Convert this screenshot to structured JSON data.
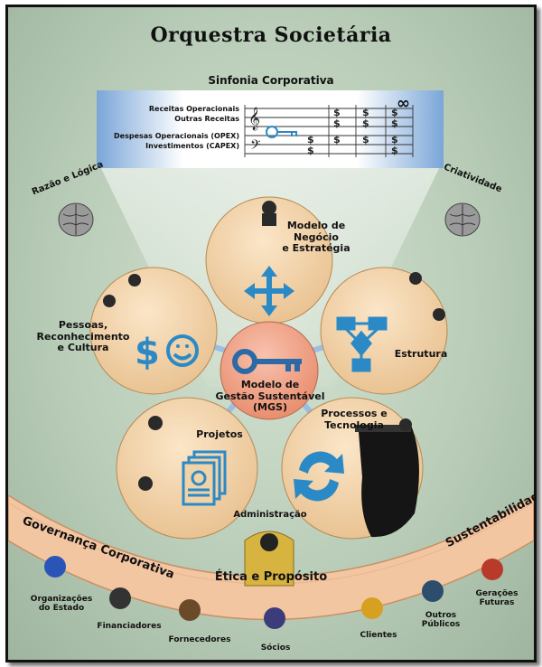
{
  "title": "Orquestra Societária",
  "sinfonia": {
    "title": "Sinfonia Corporativa",
    "rows": [
      "Receitas Operacionais",
      "Outras Receitas",
      "Despesas Operacionais (OPEX)",
      "Investimentos (CAPEX)"
    ]
  },
  "sides": {
    "left": "Razão e Lógica",
    "right": "Criatividade"
  },
  "center": {
    "label": "Modelo de\nGestão Sustentável\n(MGS)"
  },
  "circles": {
    "modelo": "Modelo de\nNegócio\ne Estratégia",
    "pessoas": "Pessoas,\nReconhecimento\ne Cultura",
    "estrutura": "Estrutura",
    "projetos": "Projetos",
    "processos": "Processos e\nTecnologia"
  },
  "administracao": "Administração",
  "etica": "Ética e Propósito",
  "arc": {
    "left": "Governança Corporativa",
    "right": "Sustentabilidade"
  },
  "stakeholders": [
    "Organizações\ndo Estado",
    "Financiadores",
    "Fornecedores",
    "Sócios",
    "Clientes",
    "Outros\nPúblicos",
    "Gerações\nFuturas"
  ],
  "colors": {
    "circle": "#f2d3a8",
    "center": "#f4a98f",
    "icon": "#2b8ac6",
    "arc": "#f5c9a8"
  }
}
